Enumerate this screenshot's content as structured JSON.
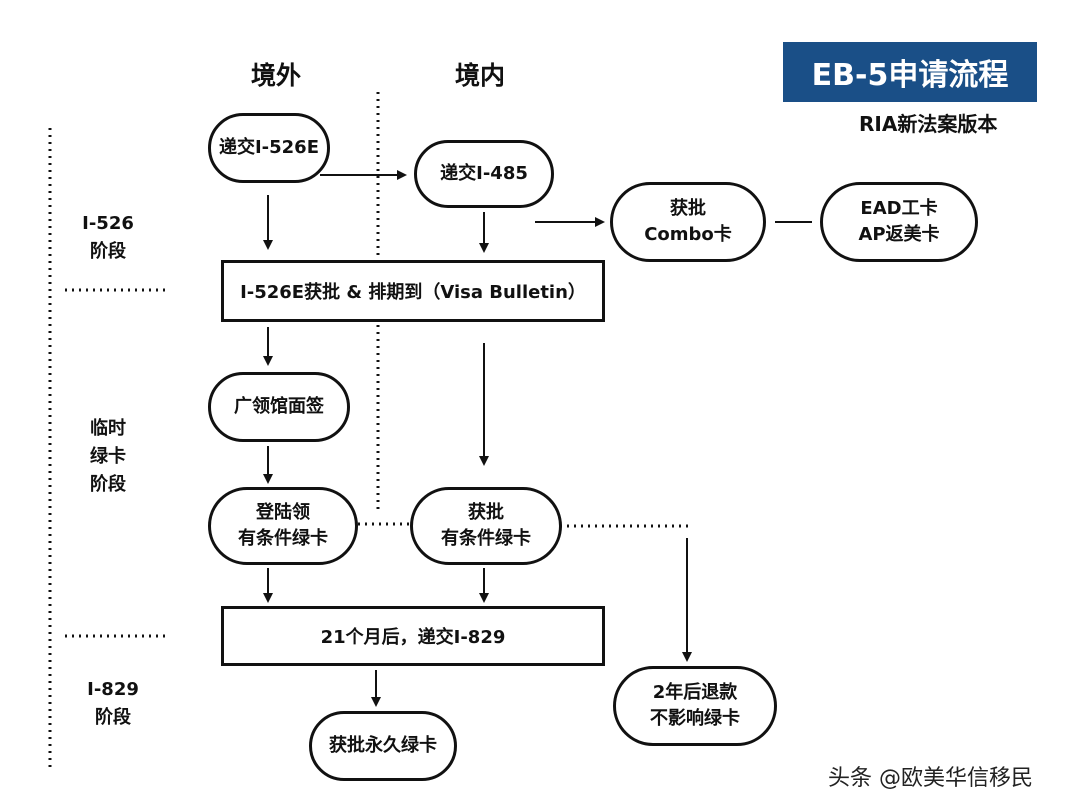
{
  "title": "EB-5申请流程",
  "subtitle": "RIA新法案版本",
  "columns": {
    "outside": "境外",
    "inside": "境内"
  },
  "stages": {
    "s1": [
      "I-526",
      "阶段"
    ],
    "s2": [
      "临时",
      "绿卡",
      "阶段"
    ],
    "s3": [
      "I-829",
      "阶段"
    ]
  },
  "nodes": {
    "submit_i526e": "递交I-526E",
    "submit_i485": "递交I-485",
    "approve_combo": [
      "获批",
      "Combo卡"
    ],
    "ead_ap": [
      "EAD工卡",
      "AP返美卡"
    ],
    "i526e_approved": "I-526E获批 & 排期到（Visa Bulletin）",
    "consulate_interview": "广领馆面签",
    "land_conditional": [
      "登陆领",
      "有条件绿卡"
    ],
    "approve_conditional": [
      "获批",
      "有条件绿卡"
    ],
    "after_21_months": "21个月后，递交I-829",
    "permanent_card": "获批永久绿卡",
    "refund": [
      "2年后退款",
      "不影响绿卡"
    ]
  },
  "watermark": "头条 @欧美华信移民"
}
